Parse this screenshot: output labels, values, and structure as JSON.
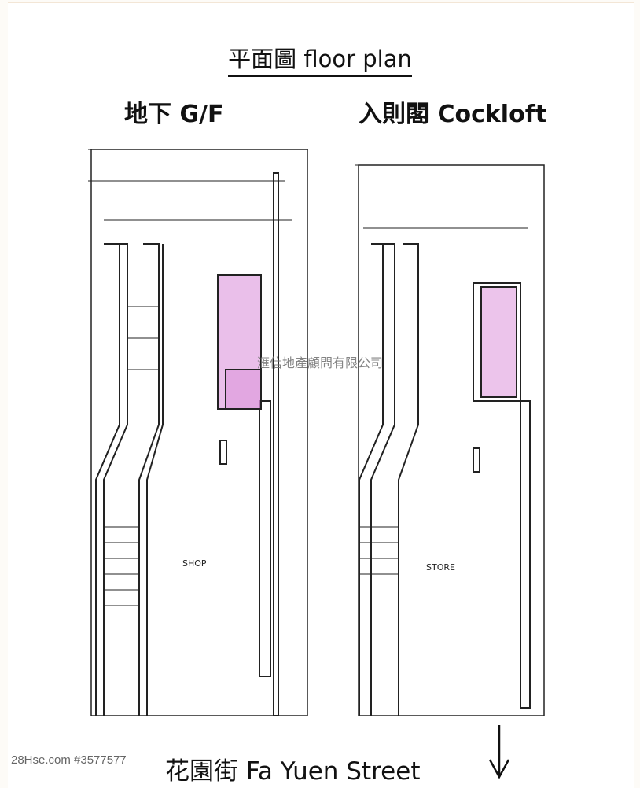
{
  "title": "平面圖 floor plan",
  "plans": [
    {
      "label": "地下 G/F",
      "annotation": "SHOP"
    },
    {
      "label": "入則閣 Cockloft",
      "annotation": "STORE"
    }
  ],
  "watermark": "滙信地產顧問有限公司",
  "street": "花園街 Fa Yuen Street",
  "site_watermark": "28Hse.com #3577577",
  "colors": {
    "highlight": "#d98ad8",
    "ink": "#222222"
  }
}
